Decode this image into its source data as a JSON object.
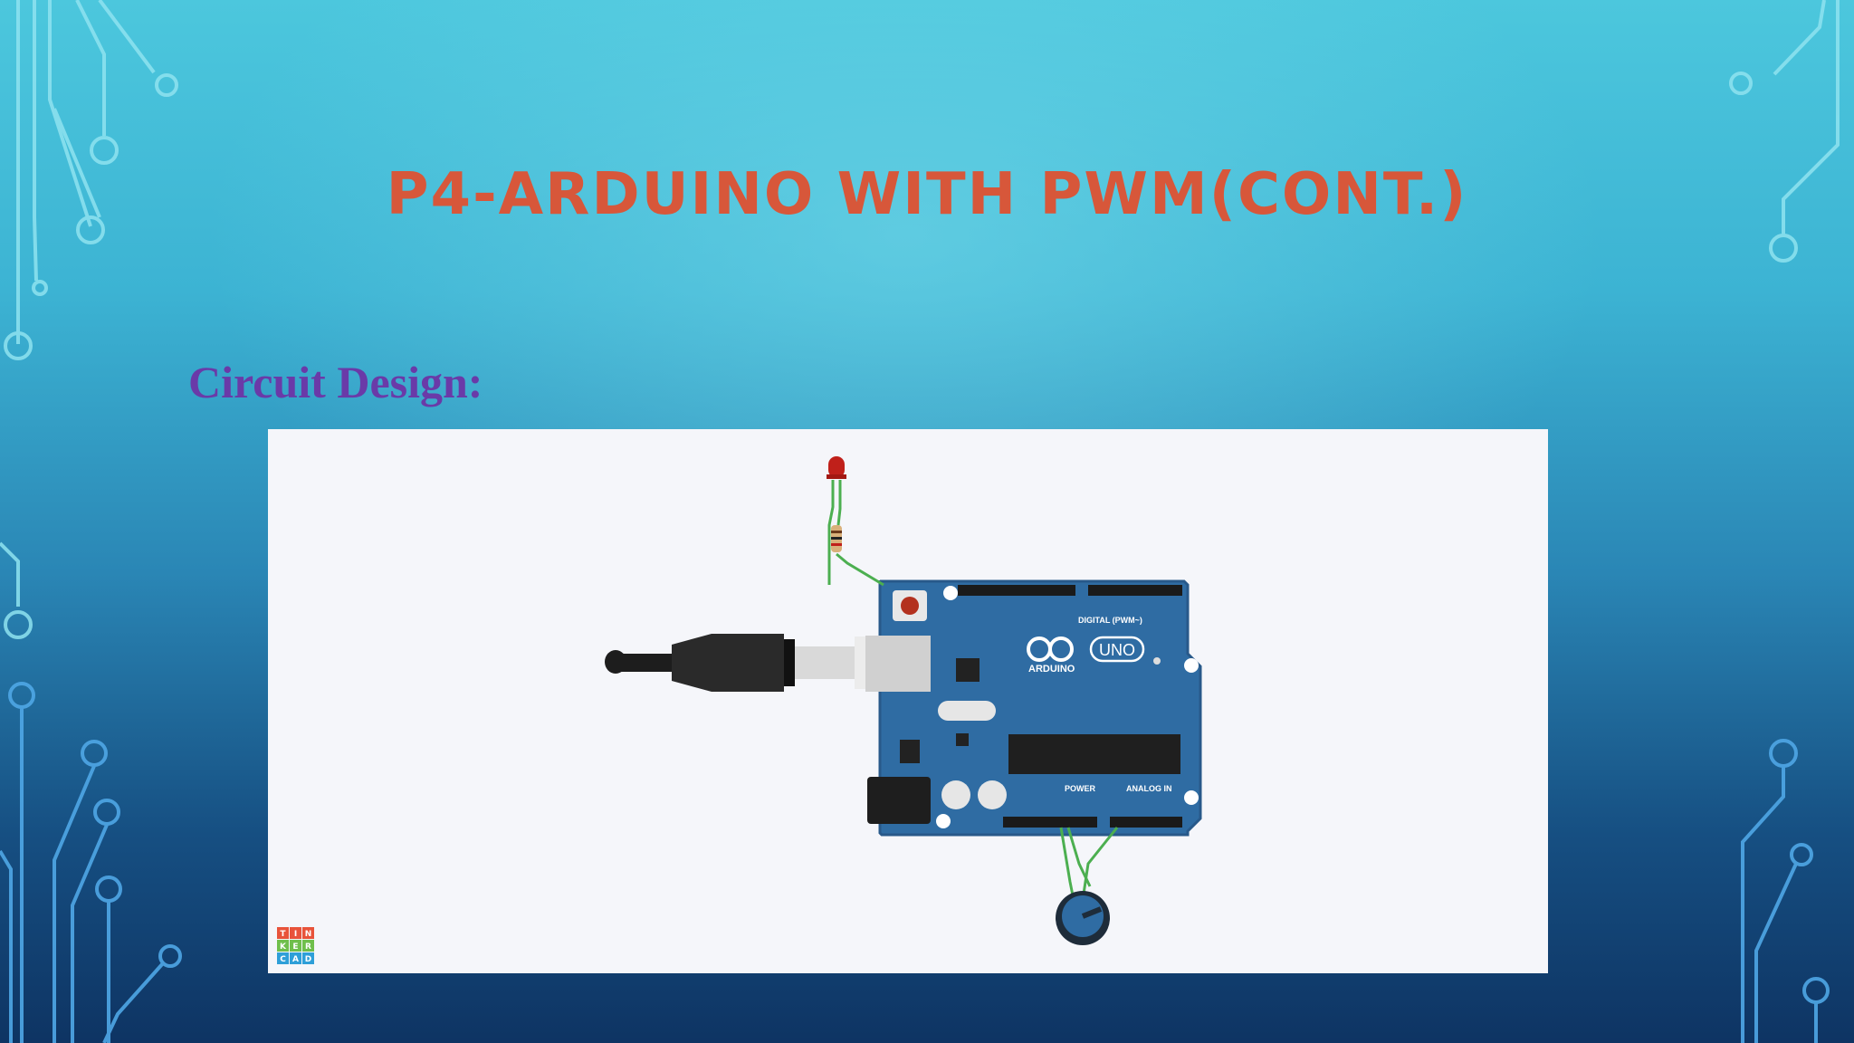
{
  "slide": {
    "title": "P4-ARDUINO WITH PWM(CONT.)",
    "subtitle": "Circuit Design:"
  },
  "circuit": {
    "board_brand": "ARDUINO",
    "board_model": "UNO",
    "digital_header_label": "DIGITAL (PWM~)",
    "power_header_label": "POWER",
    "analog_header_label": "ANALOG IN",
    "logo_letters": [
      "T",
      "I",
      "N",
      "K",
      "E",
      "R",
      "C",
      "A",
      "D"
    ]
  },
  "colors": {
    "title": "#d7573a",
    "subtitle": "#6a3aa8",
    "board": "#2f6ca3",
    "wire": "#4caf50",
    "led": "#c0201a"
  }
}
